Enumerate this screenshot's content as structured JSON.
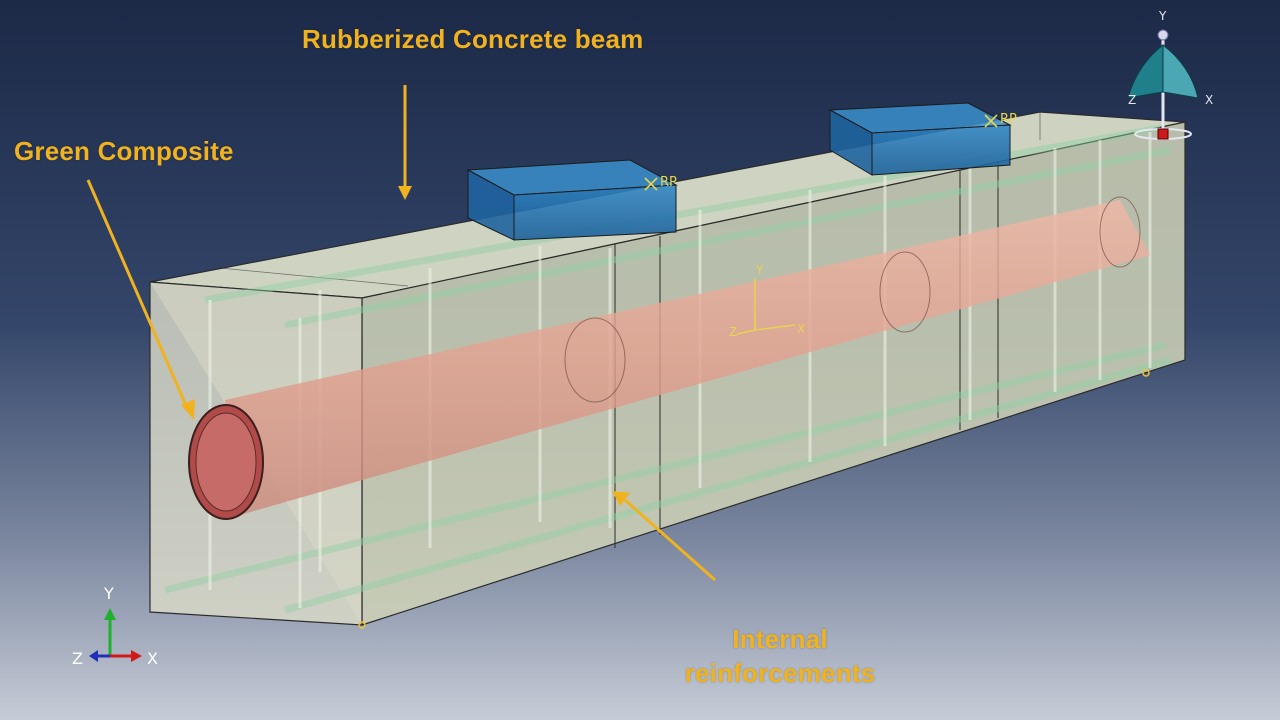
{
  "callouts": {
    "beam": "Rubberized Concrete beam",
    "composite": "Green Composite",
    "reinforcement_line1": "Internal",
    "reinforcement_line2": "reinforcements"
  },
  "reference_points": {
    "rp_left": "RP",
    "rp_right": "RP"
  },
  "triads": {
    "model": {
      "y": "Y",
      "x": "X",
      "z": "Z"
    },
    "corner": {
      "y": "Y",
      "x": "X",
      "z": "Z"
    },
    "view_cube": {
      "y": "Y",
      "x": "X",
      "z": "Z"
    }
  },
  "colors": {
    "background_top": "#1b2a48",
    "background_bottom": "#c4cbd6",
    "concrete": "#d9dbc6",
    "composite_tube": "#e2a393",
    "composite_end": "#b04a48",
    "loading_plate": "#1e6fb0",
    "reinforcement": "#9fd6b0",
    "callout_text": "#f0b21e"
  }
}
